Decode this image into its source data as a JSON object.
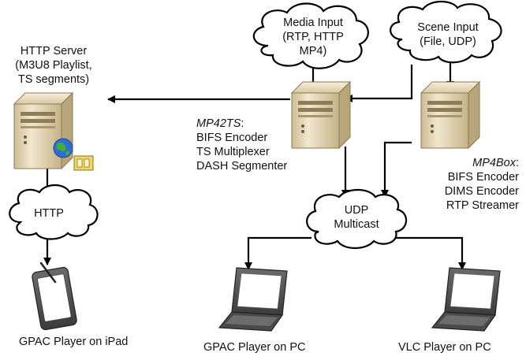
{
  "clouds": {
    "media_input": {
      "lines": [
        "Media Input",
        "(RTP, HTTP",
        "MP4)"
      ]
    },
    "scene_input": {
      "lines": [
        "Scene Input",
        "(File, UDP)"
      ]
    },
    "http": {
      "lines": [
        "HTTP"
      ]
    },
    "udp_multicast": {
      "lines": [
        "UDP",
        "Multicast"
      ]
    }
  },
  "servers": {
    "http_server": {
      "lines": [
        "HTTP Server",
        "(M3U8 Playlist,",
        "TS segments)"
      ]
    },
    "mp42ts": {
      "name": "MP42TS",
      "suffix": ":",
      "roles": [
        "BIFS Encoder",
        "TS Multiplexer",
        "DASH Segmenter"
      ]
    },
    "mp4box": {
      "name": "MP4Box",
      "suffix": ":",
      "roles": [
        "BIFS Encoder",
        "DIMS Encoder",
        "RTP Streamer"
      ]
    }
  },
  "clients": {
    "ipad": {
      "label": "GPAC Player on iPad"
    },
    "gpac_pc": {
      "label": "GPAC Player on PC"
    },
    "vlc_pc": {
      "label": "VLC Player on PC"
    }
  },
  "colors": {
    "server_body": "#e8dcc0",
    "server_dark": "#b9a77e",
    "laptop_frame": "#555555",
    "laptop_screen": "#ffffff",
    "arrow": "#000000"
  },
  "icons": [
    "server-icon",
    "globe-icon",
    "folder-icon",
    "tablet-icon",
    "laptop-icon",
    "cloud-icon"
  ]
}
